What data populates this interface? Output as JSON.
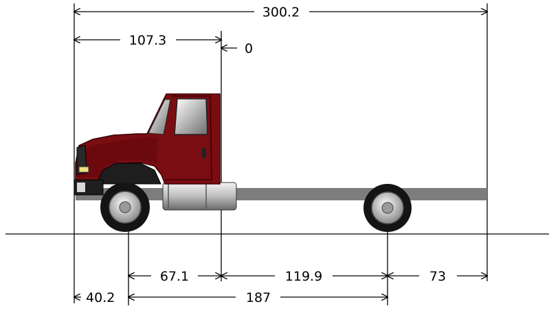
{
  "dimensions": {
    "overall_length": "300.2",
    "front_to_back_of_cab": "107.3",
    "cab_reference": "0",
    "front_axle_to_back_of_cab": "67.1",
    "back_of_cab_to_rear_axle": "119.9",
    "rear_overhang": "73",
    "front_overhang": "40.2",
    "wheelbase": "187"
  },
  "colors": {
    "cab_body": "#7a0d12",
    "cab_shadow": "#4a0508",
    "frame_rail": "#7d7d7d",
    "tire": "#141414",
    "wheel_rim": "#cfcfcf",
    "line": "#000000"
  }
}
